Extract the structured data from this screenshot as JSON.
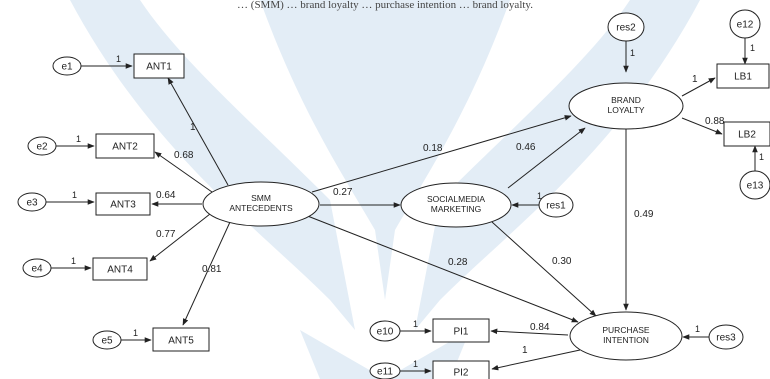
{
  "header_text": "… (SMM) … brand loyalty … purchase intention … brand loyalty.",
  "colors": {
    "watermark": "#e3edf6",
    "stroke": "#222222",
    "background": "#ffffff"
  },
  "latent": {
    "smm": [
      "SMM",
      "ANTECEDENTS"
    ],
    "sm": [
      "SOCIALMEDIA",
      "MARKETING"
    ],
    "bl": [
      "BRAND",
      "LOYALTY"
    ],
    "pi": [
      "PURCHASE",
      "INTENTION"
    ]
  },
  "indicators": {
    "ant1": "ANT1",
    "ant2": "ANT2",
    "ant3": "ANT3",
    "ant4": "ANT4",
    "ant5": "ANT5",
    "lb1": "LB1",
    "lb2": "LB2",
    "pi1": "PI1",
    "pi2": "PI2"
  },
  "errors": {
    "e1": "e1",
    "e2": "e2",
    "e3": "e3",
    "e4": "e4",
    "e5": "e5",
    "e10": "e10",
    "e11": "e11",
    "e12": "e12",
    "e13": "e13",
    "res1": "res1",
    "res2": "res2",
    "res3": "res3"
  },
  "loadings": {
    "smm_ant1": "1",
    "smm_ant2": "0.68",
    "smm_ant3": "0.64",
    "smm_ant4": "0.77",
    "smm_ant5": "0.81",
    "bl_lb1": "1",
    "bl_lb2": "0.88",
    "pi_pi1": "0.84",
    "pi_pi2": "1"
  },
  "paths": {
    "smm_bl": "0.18",
    "smm_sm": "0.27",
    "sm_bl": "0.46",
    "smm_pi": "0.28",
    "sm_pi": "0.30",
    "bl_pi": "0.49"
  },
  "fixed_one": "1"
}
